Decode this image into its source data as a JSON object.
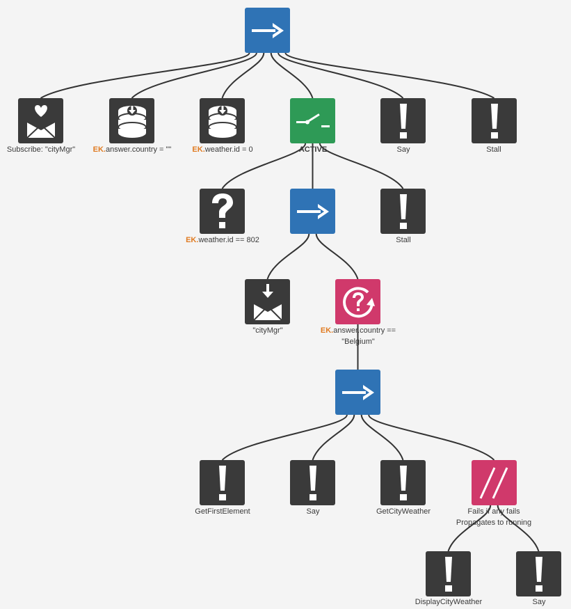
{
  "colors": {
    "background": "#f4f4f4",
    "action": "#3a3a3a",
    "sequence": "#2f73b5",
    "active_selector": "#2e9a56",
    "parallel": "#d0396b",
    "edge": "#333333",
    "blackboard_prefix": "#e07b22"
  },
  "nodes": {
    "root_sequence": {
      "icon": "arrow-right-icon",
      "type": "sequence"
    },
    "subscribe": {
      "icon": "heart-mail-icon",
      "type": "action",
      "label": "Subscribe: \"cityMgr\""
    },
    "set_country": {
      "icon": "database-write-icon",
      "type": "action",
      "prefix": "EK.",
      "label": "answer.country = \"\""
    },
    "set_weather": {
      "icon": "database-write-icon",
      "type": "action",
      "prefix": "EK.",
      "label": "weather.id = 0"
    },
    "active_selector": {
      "icon": "switch-icon",
      "type": "selector",
      "label": "ACTIVE"
    },
    "say_top": {
      "icon": "exclamation-icon",
      "type": "action",
      "label": "Say"
    },
    "stall_top": {
      "icon": "exclamation-icon",
      "type": "action",
      "label": "Stall"
    },
    "check_weather": {
      "icon": "question-icon",
      "type": "condition",
      "prefix": "EK.",
      "label": "weather.id == 802"
    },
    "mid_sequence": {
      "icon": "arrow-right-icon",
      "type": "sequence"
    },
    "stall_mid": {
      "icon": "exclamation-icon",
      "type": "action",
      "label": "Stall"
    },
    "receive": {
      "icon": "mail-receive-icon",
      "type": "action",
      "label": "\"cityMgr\""
    },
    "wait_country": {
      "icon": "question-loop-icon",
      "type": "wait-condition",
      "prefix": "EK.",
      "label_line1": "answer.country ==",
      "label_line2": "\"Belgium\""
    },
    "inner_sequence": {
      "icon": "arrow-right-icon",
      "type": "sequence"
    },
    "get_first": {
      "icon": "exclamation-icon",
      "type": "action",
      "label": "GetFirstElement"
    },
    "say_inner": {
      "icon": "exclamation-icon",
      "type": "action",
      "label": "Say"
    },
    "get_weather": {
      "icon": "exclamation-icon",
      "type": "action",
      "label": "GetCityWeather"
    },
    "parallel": {
      "icon": "parallel-icon",
      "type": "parallel",
      "label_line1": "Fails if any fails",
      "label_line2": "Propagates to running"
    },
    "display_weather": {
      "icon": "exclamation-icon",
      "type": "action",
      "label": "DisplayCityWeather"
    },
    "say_bottom": {
      "icon": "exclamation-icon",
      "type": "action",
      "label": "Say"
    }
  },
  "edges": [
    [
      "root_sequence",
      "subscribe"
    ],
    [
      "root_sequence",
      "set_country"
    ],
    [
      "root_sequence",
      "set_weather"
    ],
    [
      "root_sequence",
      "active_selector"
    ],
    [
      "root_sequence",
      "say_top"
    ],
    [
      "root_sequence",
      "stall_top"
    ],
    [
      "active_selector",
      "check_weather"
    ],
    [
      "active_selector",
      "mid_sequence"
    ],
    [
      "active_selector",
      "stall_mid"
    ],
    [
      "mid_sequence",
      "receive"
    ],
    [
      "mid_sequence",
      "wait_country"
    ],
    [
      "wait_country",
      "inner_sequence"
    ],
    [
      "inner_sequence",
      "get_first"
    ],
    [
      "inner_sequence",
      "say_inner"
    ],
    [
      "inner_sequence",
      "get_weather"
    ],
    [
      "inner_sequence",
      "parallel"
    ],
    [
      "parallel",
      "display_weather"
    ],
    [
      "parallel",
      "say_bottom"
    ]
  ]
}
